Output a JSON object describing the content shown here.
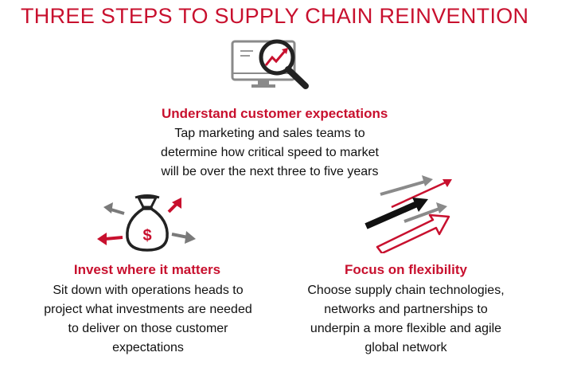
{
  "title": "THREE STEPS TO SUPPLY CHAIN REINVENTION",
  "colors": {
    "accent": "#c8102e",
    "text": "#111111",
    "icon_gray": "#7a7a7a",
    "icon_dark": "#222222"
  },
  "steps": [
    {
      "icon": "monitor-magnifier-chart-icon",
      "heading": "Understand customer expectations",
      "lines": [
        "Tap marketing and sales teams to",
        "determine how critical speed to market",
        "will be over the next three to five years"
      ]
    },
    {
      "icon": "money-bag-arrows-icon",
      "heading": "Invest where it matters",
      "lines": [
        "Sit down with operations heads to",
        "project what investments are needed",
        "to deliver on those customer",
        "expectations"
      ]
    },
    {
      "icon": "flexible-arrows-icon",
      "heading": "Focus on flexibility",
      "lines": [
        "Choose supply chain technologies,",
        "networks and partnerships to",
        "underpin a more flexible and agile",
        "global network"
      ]
    }
  ]
}
